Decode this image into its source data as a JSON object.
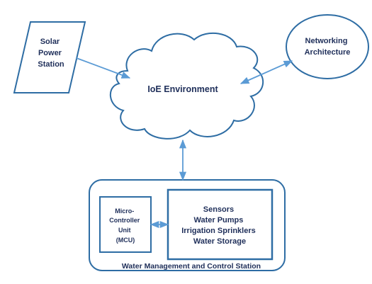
{
  "colors": {
    "stroke": "#2e6da4",
    "arrow": "#5b9bd5",
    "text": "#1f2f5a",
    "background": "#ffffff"
  },
  "nodes": {
    "solar": {
      "line1": "Solar",
      "line2": "Power",
      "line3": "Station"
    },
    "networking": {
      "line1": "Networking",
      "line2": "Architecture"
    },
    "ioe": {
      "label": "IoE Environment"
    },
    "mcu": {
      "line1": "Micro-",
      "line2": "Controller",
      "line3": "Unit",
      "line4": "(MCU)"
    },
    "devices": {
      "line1": "Sensors",
      "line2": "Water Pumps",
      "line3": "Irrigation Sprinklers",
      "line4": "Water Storage"
    },
    "station": {
      "label": "Water Management and Control Station"
    }
  },
  "edges": [
    {
      "from": "solar",
      "to": "ioe",
      "direction": "one-way"
    },
    {
      "from": "networking",
      "to": "ioe",
      "direction": "two-way"
    },
    {
      "from": "ioe",
      "to": "station",
      "direction": "two-way"
    },
    {
      "from": "mcu",
      "to": "devices",
      "direction": "two-way"
    }
  ]
}
